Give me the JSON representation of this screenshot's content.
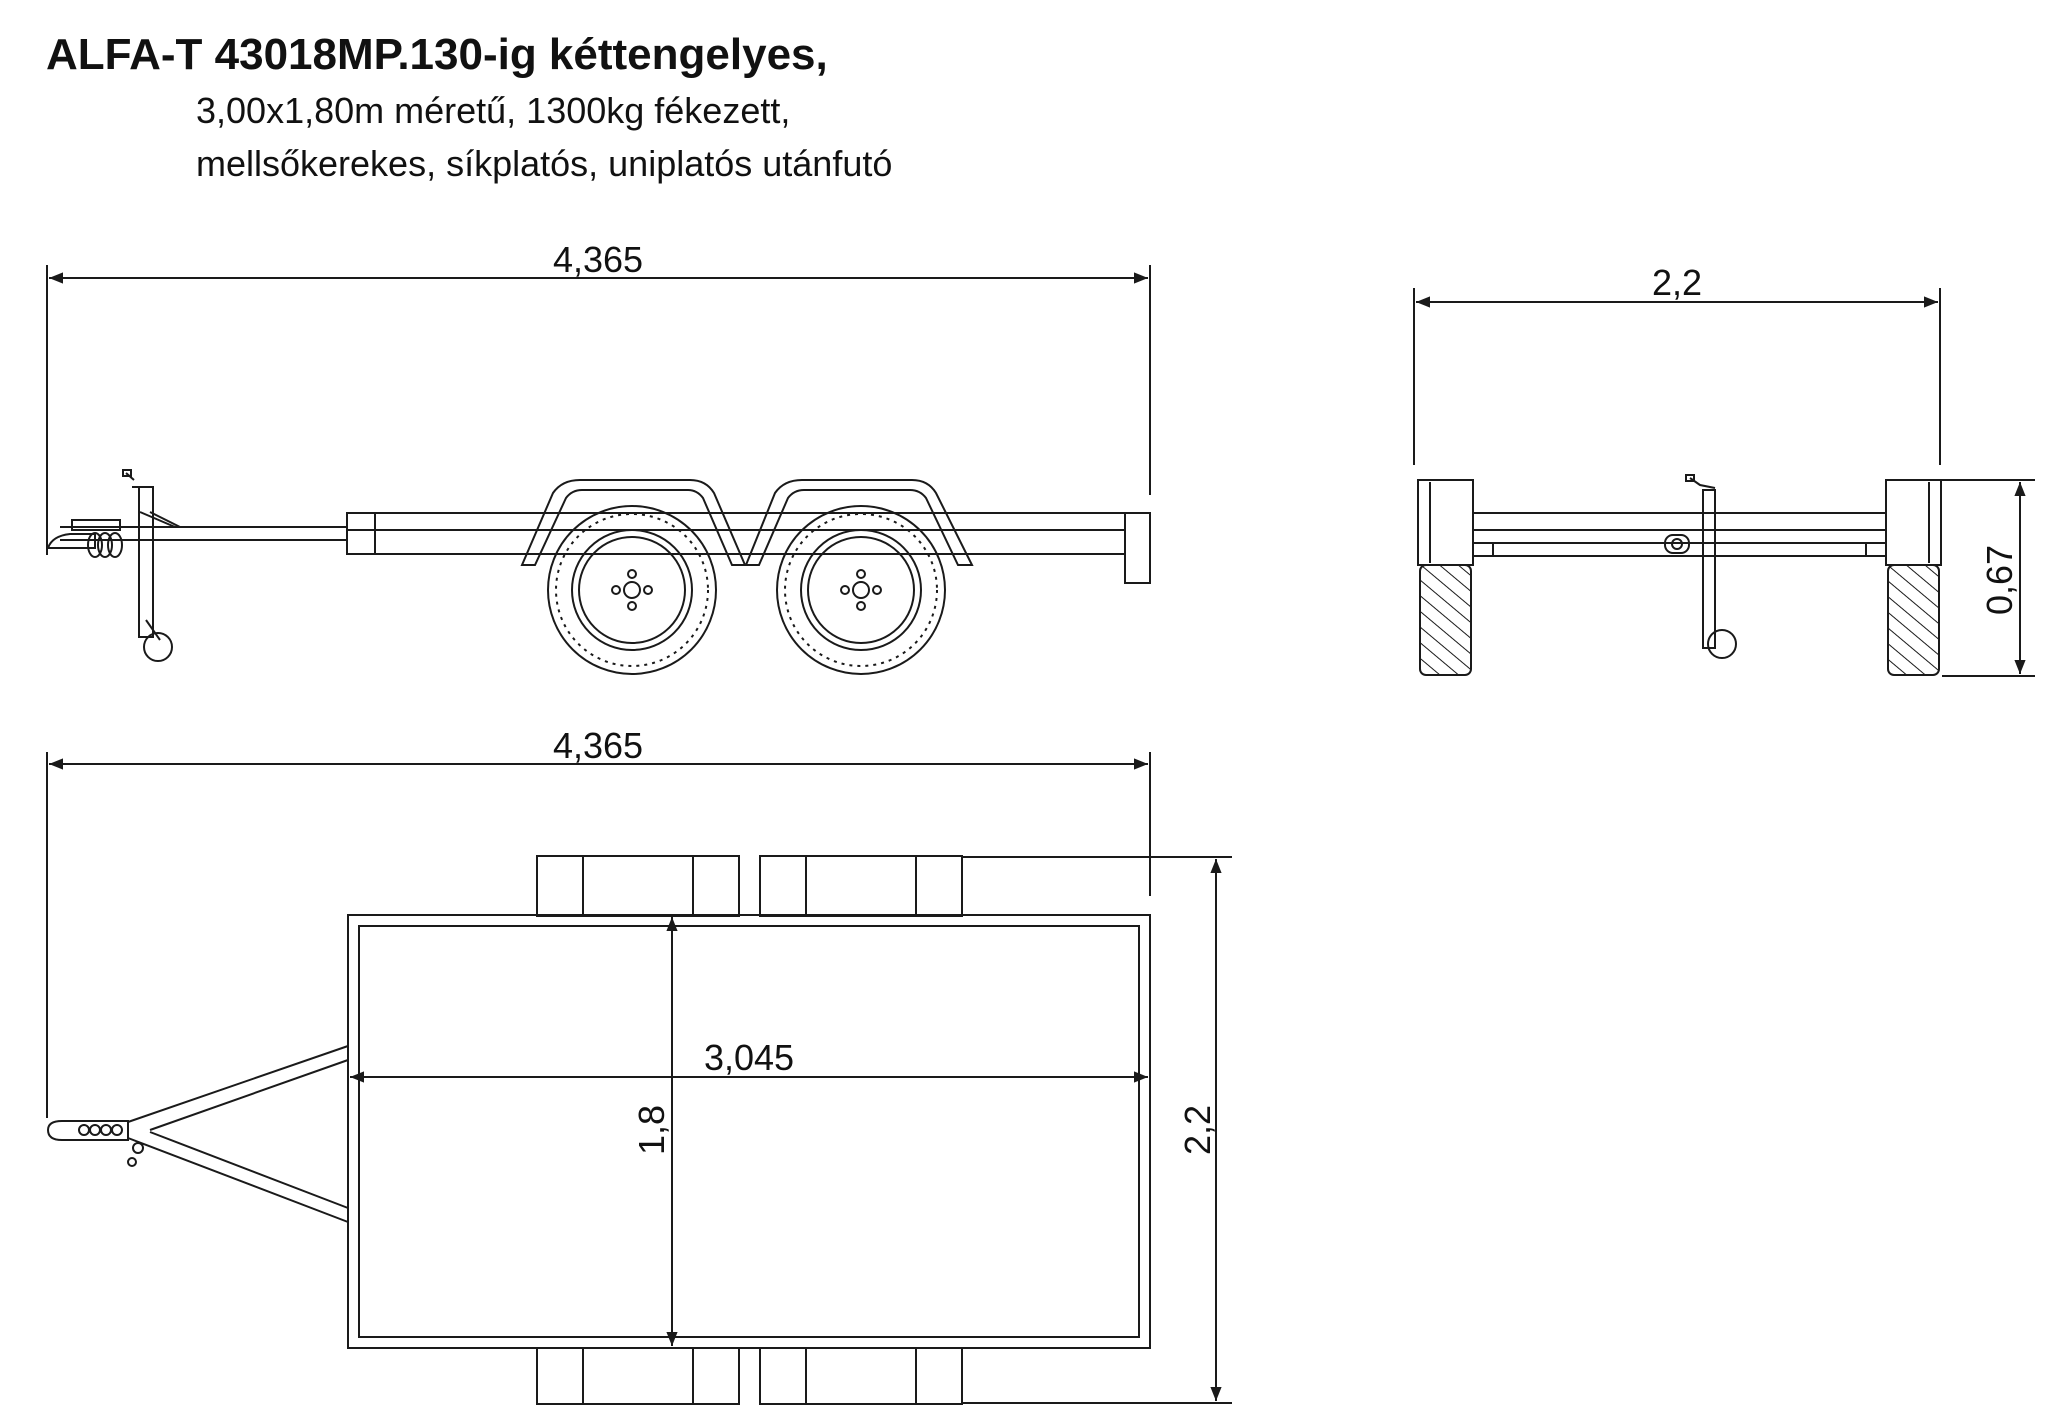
{
  "title": "ALFA-T 43018MP.130-ig kéttengelyes,",
  "subtitle_line1": "3,00x1,80m méretű, 1300kg fékezett,",
  "subtitle_line2": "mellsőkerekes, síkplatós, uniplatós utánfutó",
  "dimensions": {
    "side_overall_length": "4,365",
    "rear_width": "2,2",
    "rear_height": "0,67",
    "top_overall_length": "4,365",
    "top_platform_length": "3,045",
    "top_platform_width": "1,8",
    "top_overall_width": "2,2"
  },
  "colors": {
    "line": "#1a1a1a",
    "background": "#ffffff"
  }
}
